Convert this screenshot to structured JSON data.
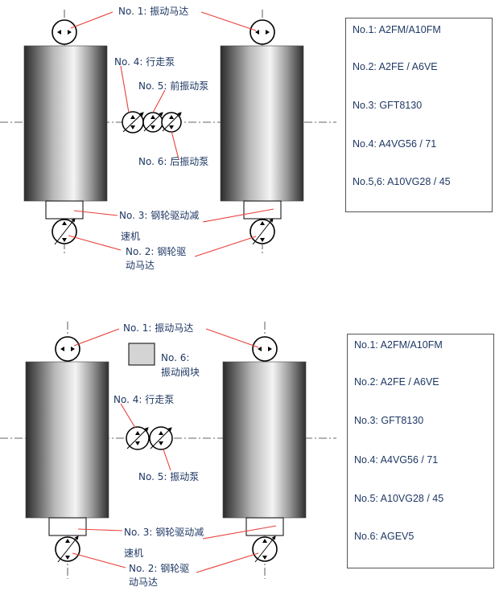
{
  "diagrams": [
    {
      "labels": {
        "vib_motor": "No. 1: 振动马达",
        "travel_pump": "No. 4: 行走泵",
        "front_vib_pump": "No. 5: 前振动泵",
        "rear_vib_pump": "No. 6: 后振动泵",
        "gearbox_1": "No. 3: 钢轮驱动减",
        "gearbox_2": "速机",
        "drive_motor_1": "No. 2: 钢轮驱",
        "drive_motor_2": "动马达"
      },
      "legend": [
        "No.1: A2FM/A10FM",
        "No.2: A2FE / A6VE",
        "No.3: GFT8130",
        "No.4:  A4VG56 / 71",
        "No.5,6:  A10VG28 / 45"
      ]
    },
    {
      "labels": {
        "vib_motor": "No. 1: 振动马达",
        "valve_1": "No. 6:",
        "valve_2": "振动阀块",
        "travel_pump": "No. 4: 行走泵",
        "vib_pump": "No. 5: 振动泵",
        "gearbox_1": "No. 3: 钢轮驱动减",
        "gearbox_2": "速机",
        "drive_motor_1": "No. 2: 钢轮驱",
        "drive_motor_2": "动马达"
      },
      "legend": [
        "No.1: A2FM/A10FM",
        "No.2: A2FE / A6VE",
        "No.3: GFT8130",
        "No.4:  A4VG56 / 71",
        "No.5:  A10VG28 / 45",
        "No.6: AGEV5"
      ]
    }
  ],
  "colors": {
    "leader": "#e8403a",
    "text": "#1f3864",
    "drum_dark": "#2a2a2a",
    "drum_light": "#f2f2f2"
  }
}
